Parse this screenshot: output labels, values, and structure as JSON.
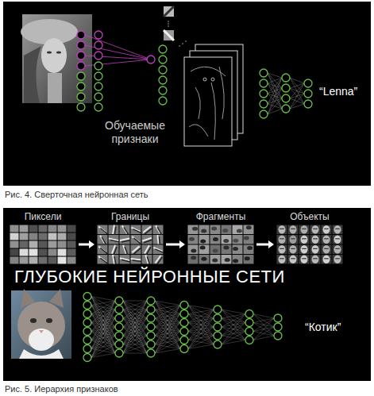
{
  "diagram": {
    "nodes": [
      {
        "text": [
          "Пиксели"
        ]
      },
      {
        "text": [
          "Границы"
        ]
      },
      {
        "text": [
          "Фрагменты"
        ]
      },
      {
        "text": [
          "Объекты"
        ]
      }
    ],
    "edges": [
      {
        "from": 0,
        "to": 1,
        "arrow": "to"
      },
      {
        "from": 1,
        "to": 2,
        "arrow": "to"
      },
      {
        "from": 2,
        "to": 3,
        "arrow": "to"
      }
    ],
    "labels": [
      "Обучаемые признаки",
      "“Lenna”",
      "Рис. 4. Сверточная нейронная сеть",
      "ГЛУБОКИЕ НЕЙРОННЫЕ СЕТИ",
      "“Котик”",
      "Рис. 5. Иерархия признаков"
    ]
  }
}
